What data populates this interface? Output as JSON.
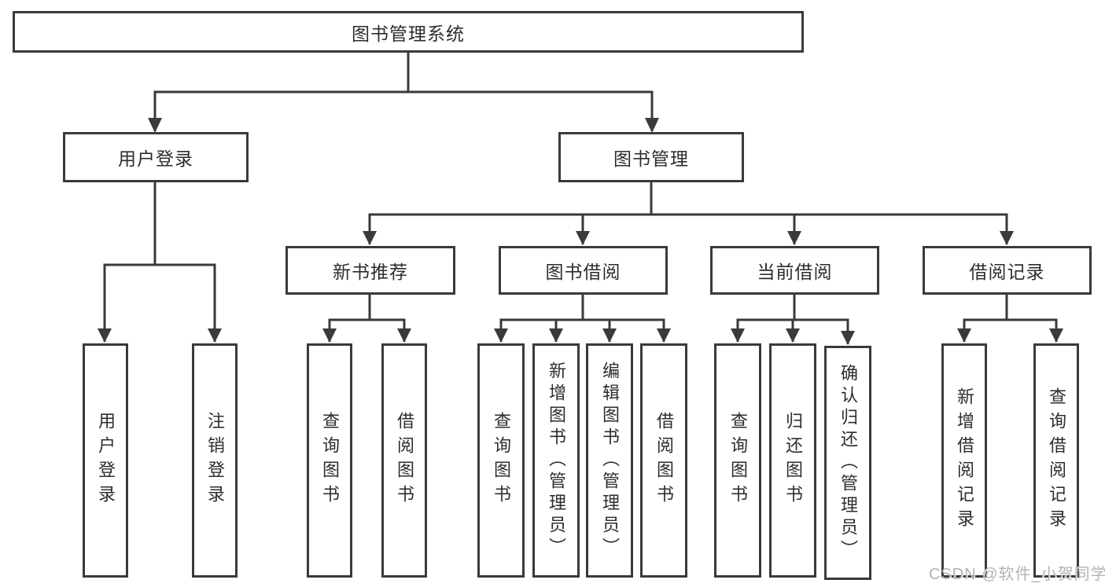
{
  "nodes": {
    "root": "图书管理系统",
    "user_login": "用户登录",
    "book_mgmt": "图书管理",
    "new_book_rec": "新书推荐",
    "book_borrow": "图书借阅",
    "current_borrow": "当前借阅",
    "borrow_records": "借阅记录",
    "leaf_user_login": "用户登录",
    "leaf_logout": "注销登录",
    "leaf_rec_query": "查询图书",
    "leaf_rec_borrow": "借阅图书",
    "leaf_bb_query": "查询图书",
    "leaf_bb_add": "新增图书（管理员）",
    "leaf_bb_edit": "编辑图书（管理员）",
    "leaf_bb_borrow": "借阅图书",
    "leaf_cb_query": "查询图书",
    "leaf_cb_return": "归还图书",
    "leaf_cb_confirm": "确认归还（管理员）",
    "leaf_br_add": "新增借阅记录",
    "leaf_br_query": "查询借阅记录"
  },
  "edges": {
    "root": [
      "user_login",
      "book_mgmt"
    ],
    "user_login": [
      "leaf_user_login",
      "leaf_logout"
    ],
    "book_mgmt": [
      "new_book_rec",
      "book_borrow",
      "current_borrow",
      "borrow_records"
    ],
    "new_book_rec": [
      "leaf_rec_query",
      "leaf_rec_borrow"
    ],
    "book_borrow": [
      "leaf_bb_query",
      "leaf_bb_add",
      "leaf_bb_edit",
      "leaf_bb_borrow"
    ],
    "current_borrow": [
      "leaf_cb_query",
      "leaf_cb_return",
      "leaf_cb_confirm"
    ],
    "borrow_records": [
      "leaf_br_add",
      "leaf_br_query"
    ]
  },
  "watermark": "CSDN @软件_小贺同学",
  "colors": {
    "line": "#3a3a3a",
    "box_border": "#3a3a3a",
    "text": "#2d2d2d",
    "background": "#ffffff",
    "watermark": "#b3b3b3"
  }
}
